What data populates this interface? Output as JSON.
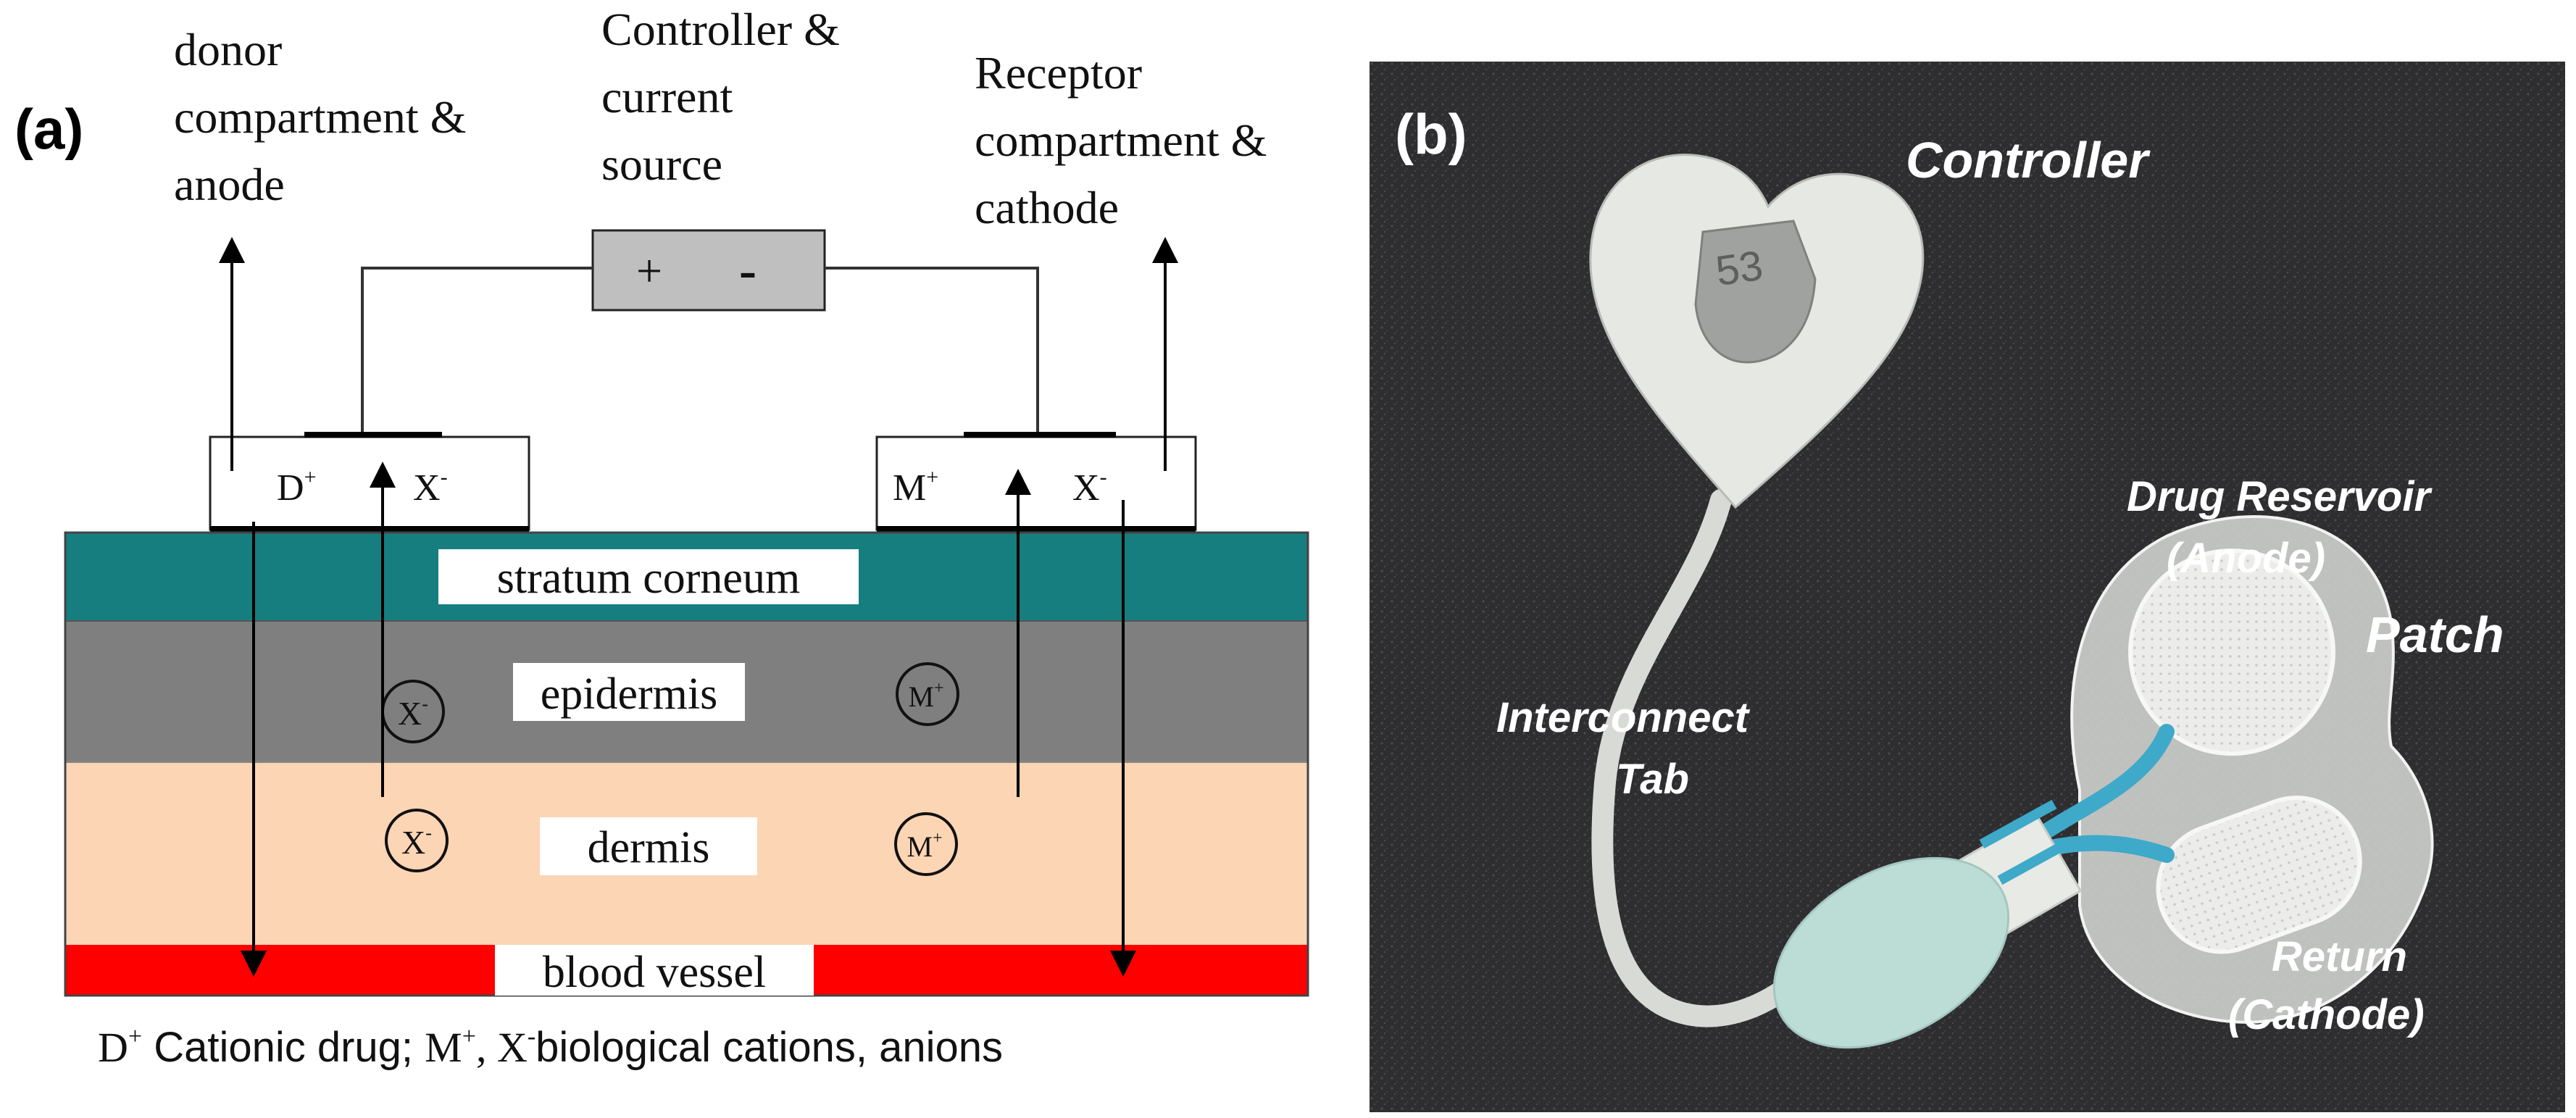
{
  "panel_a": {
    "label": "(a)",
    "donor_lines": [
      "donor",
      "compartment &",
      "anode"
    ],
    "controller_lines": [
      "Controller &",
      "current",
      "source"
    ],
    "receptor_lines": [
      "Receptor",
      "compartment &",
      "cathode"
    ],
    "source_plus": "+",
    "source_minus": "-",
    "donor_ion_1": "D",
    "donor_ion_1_sup": "+",
    "donor_ion_2": "X",
    "donor_ion_2_sup": "-",
    "receptor_ion_1": "M",
    "receptor_ion_1_sup": "+",
    "receptor_ion_2": "X",
    "receptor_ion_2_sup": "-",
    "layers": {
      "stratum": "stratum corneum",
      "epidermis": "epidermis",
      "dermis": "dermis",
      "blood": "blood vessel"
    },
    "circle_ions": {
      "epi_left": "X",
      "epi_left_sup": "-",
      "epi_right": "M",
      "epi_right_sup": "+",
      "derm_left": "X",
      "derm_left_sup": "-",
      "derm_right": "M",
      "derm_right_sup": "+"
    },
    "caption": {
      "d": "D",
      "d_sup": "+",
      "text1": " Cationic drug; ",
      "m": "M",
      "m_sup": "+",
      "comma": ",  ",
      "x": "X",
      "x_sup": "-",
      "text2": "biological cations, anions"
    },
    "colors": {
      "stratum": "#167E7E",
      "epidermis": "#7F7F7F",
      "dermis": "#FCD5B4",
      "blood": "#FF0000",
      "source_box": "#BFBFBF"
    }
  },
  "panel_b": {
    "label": "(b)",
    "display_value": "53",
    "labels": {
      "controller": "Controller",
      "drug_reservoir": "Drug Reservoir",
      "anode": "(Anode)",
      "patch": "Patch",
      "interconnect": "Interconnect",
      "tab": "Tab",
      "return": "Return",
      "cathode": "(Cathode)"
    },
    "colors": {
      "background": "#2F2F31",
      "device": "#E6E8E4",
      "connector": "#BCDCD6",
      "cable_blue": "#3FA9C9"
    }
  }
}
